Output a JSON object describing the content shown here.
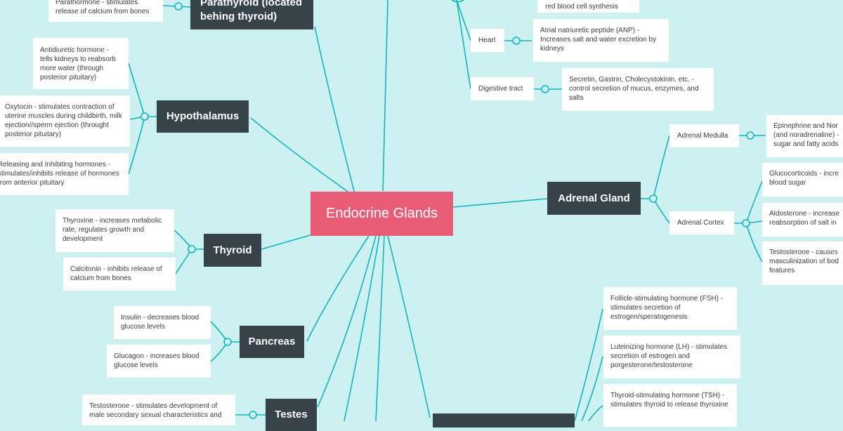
{
  "center": {
    "label": "Endocrine Glands"
  },
  "glands": {
    "parathyroid": {
      "label": "Parathyroid (located behing thyroid)",
      "notes": [
        "Parathormone - stimulates release of calcium from bones"
      ]
    },
    "hypothalamus": {
      "label": "Hypothalamus",
      "notes": [
        "Antidiuretic hormone - tells kidneys to reabsorb more water (through posterior pituitary)",
        "Oxytocin - stimulates contraction of uterine muscles during childbirth, milk ejection//sperm ejection (throught posterior pituitary)",
        "Releasing and Inhibiting hormones - stimulates/inhibits release of hormones from anterior pituitary"
      ]
    },
    "thyroid": {
      "label": "Thyroid",
      "notes": [
        "Thyroxine - increases metabolic rate, regulates growth and development",
        "Calcitonin - inhibits release of calcium from bones"
      ]
    },
    "pancreas": {
      "label": "Pancreas",
      "notes": [
        "Insulin - decreases blood glucose levels",
        "Glucagon - increases blood glucose levels"
      ]
    },
    "testes": {
      "label": "Testes",
      "notes": [
        "Testosterone - stimulates development of male secondary sexual characteristics and"
      ]
    },
    "other": {
      "items": [
        {
          "label": "",
          "note": "red blood cell synthesis"
        },
        {
          "label": "Heart",
          "note": "Atrial natriuretic peptide (ANP) - Increases salt and water excretion by kidneys"
        },
        {
          "label": "Digestive tract",
          "note": "Secretin, Gastrin, Cholecystokinin, etc. - control secretion of mucus, enzymes, and salts"
        }
      ]
    },
    "adrenal": {
      "label": "Adrenal Gland",
      "medulla": {
        "label": "Adrenal Medulla",
        "notes": [
          "Epinephrine and Nor (and noradrenaline) - sugar and fatty acids"
        ]
      },
      "cortex": {
        "label": "Adrenal Cortex",
        "notes": [
          "Glucocorticoids - incre blood sugar",
          "Aldosterone - increase reabsorption of salt in",
          "Testosterone - causes masculinization of bod features"
        ]
      }
    },
    "pituitary": {
      "notes": [
        "Follicle-stimulating hormone (FSH) - stimulates secretion of estrogen/speratogenesis",
        "Luteinizing hormone (LH) - stimulates secretion of estrogen and porgesterone/testosterone",
        "Thyroid-stimulating hormone (TSH) - stimulates thyroid to release thyroxine"
      ]
    }
  },
  "colors": {
    "background": "#cdf0f1",
    "center": "#e85d75",
    "branch": "#384249",
    "link": "#15b3bf",
    "leaf": "#ffffff"
  }
}
